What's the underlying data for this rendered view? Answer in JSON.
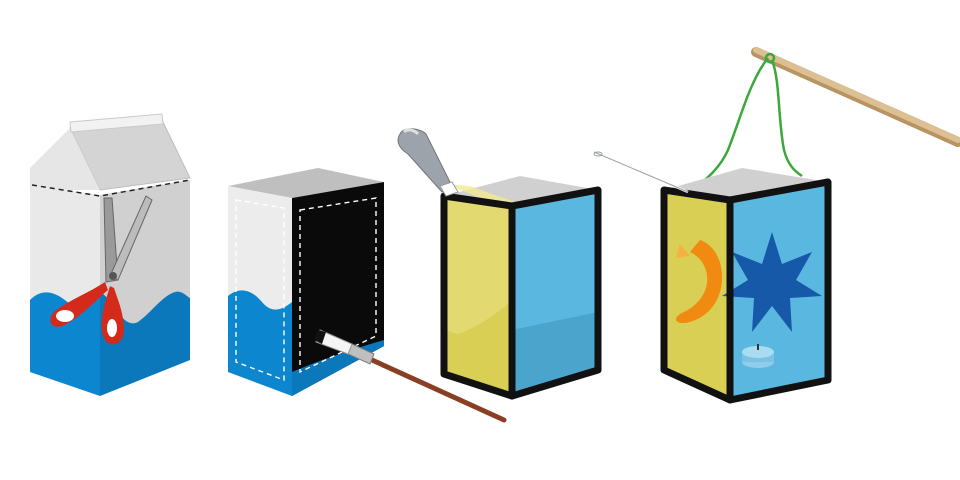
{
  "illustration": {
    "steps": [
      {
        "id": "step-1",
        "object": "milk-carton",
        "tool": "scissors-icon"
      },
      {
        "id": "step-2",
        "object": "cut-carton",
        "tool": "paintbrush-icon"
      },
      {
        "id": "step-3",
        "object": "painted-lantern",
        "tool": "glue-tube-icon"
      },
      {
        "id": "step-4",
        "object": "finished-lantern",
        "tool": "needle-icon"
      }
    ],
    "decorations": [
      "moon-icon",
      "star-icon",
      "tealight-icon"
    ]
  },
  "colors": {
    "carton_white": "#ebebeb",
    "carton_shade": "#c9c9c9",
    "carton_blue": "#0b86cf",
    "frame": "#111111",
    "panel_blue": "#5ab8e0",
    "panel_yellow": "#d9cf55",
    "moon": "#f08a10",
    "star": "#1559a8",
    "handle_red": "#d42a1c",
    "stick": "#d8b98a",
    "string": "#3aa83a",
    "brush_handle": "#8a3f25"
  }
}
